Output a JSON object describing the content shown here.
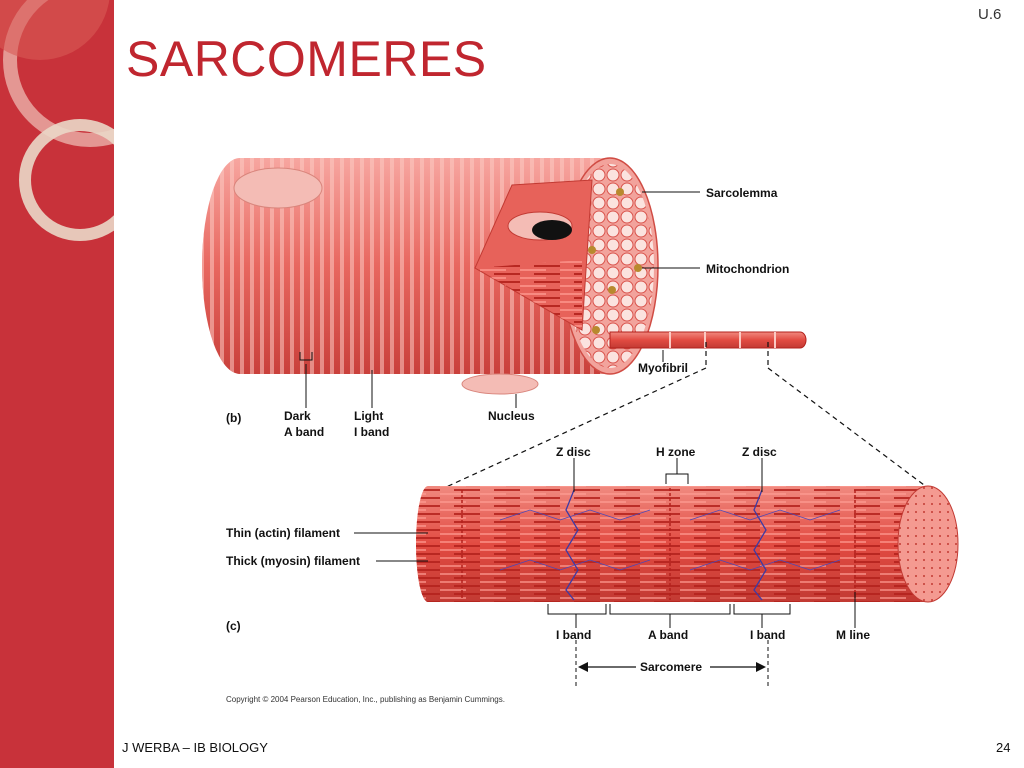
{
  "slide": {
    "title": "SARCOMERES",
    "code": "U.6",
    "footer_left": "J WERBA – IB BIOLOGY",
    "page_number": "24"
  },
  "theme": {
    "accent": "#c8323a",
    "title_color": "#c0262f",
    "muscle": "#e66b6b",
    "muscle_dark": "#c8323a"
  },
  "panel_b": {
    "label": "(b)",
    "labels": {
      "sarcolemma": "Sarcolemma",
      "mitochondrion": "Mitochondrion",
      "myofibril": "Myofibril",
      "dark_a_band_1": "Dark",
      "dark_a_band_2": "A band",
      "light_i_band_1": "Light",
      "light_i_band_2": "I band",
      "nucleus": "Nucleus"
    }
  },
  "panel_c": {
    "label": "(c)",
    "labels": {
      "z_disc_left": "Z disc",
      "h_zone": "H zone",
      "z_disc_right": "Z disc",
      "thin_filament": "Thin (actin) filament",
      "thick_filament": "Thick (myosin) filament",
      "i_band_left": "I band",
      "a_band": "A band",
      "i_band_right": "I band",
      "m_line": "M line",
      "sarcomere": "Sarcomere"
    }
  },
  "copyright": "Copyright © 2004 Pearson Education, Inc., publishing as Benjamin Cummings."
}
